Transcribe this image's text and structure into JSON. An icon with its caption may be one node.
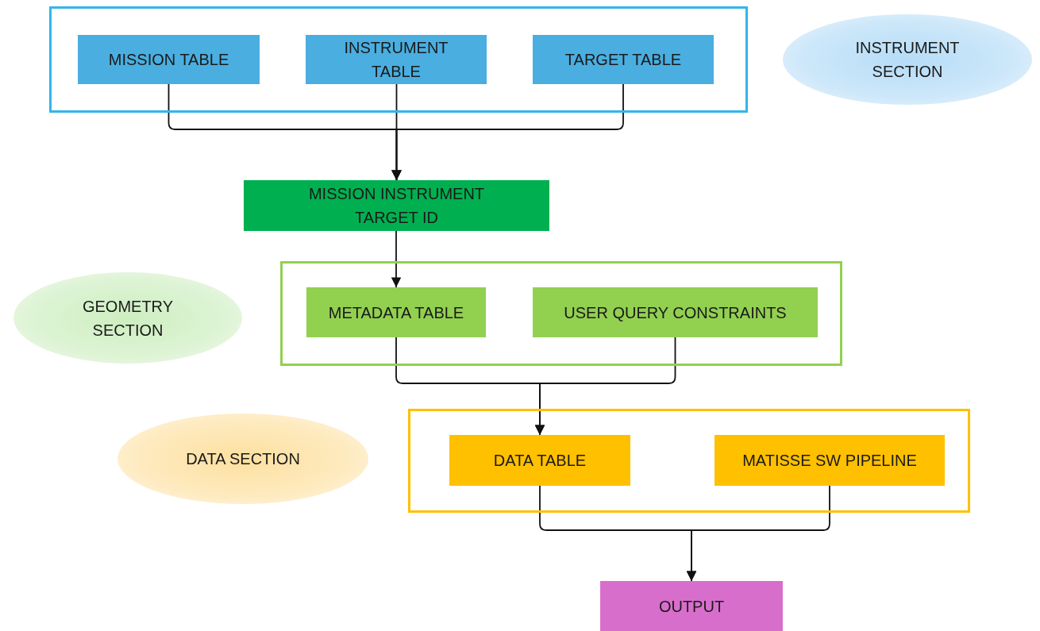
{
  "diagram": {
    "nodes": [
      {
        "text": [],
        "shape": "box"
      },
      {
        "text": [
          "MISSION TABLE"
        ],
        "in": 0
      },
      {
        "text": [
          "INSTRUMENT TABLE"
        ],
        "in": 0
      },
      {
        "text": [
          "TARGET TABLE"
        ],
        "in": 0
      },
      {
        "text": [
          "INSTRUMENT SECTION"
        ]
      },
      {
        "text": [
          "MISSION INSTRUMENT TARGET ID"
        ]
      },
      {
        "text": [
          "GEOMETRY SECTION"
        ]
      },
      {
        "text": [],
        "shape": "box"
      },
      {
        "text": [
          "METADATA TABLE"
        ],
        "in": 7
      },
      {
        "text": [
          "USER QUERY CONSTRAINTS"
        ],
        "in": 7
      },
      {
        "text": [
          "DATA SECTION"
        ]
      },
      {
        "text": [],
        "shape": "box"
      },
      {
        "text": [
          "DATA TABLE"
        ],
        "in": 11
      },
      {
        "text": [
          "MATISSE SW PIPELINE"
        ],
        "in": 11
      },
      {
        "text": [
          "OUTPUT"
        ]
      }
    ],
    "edges": [
      {
        "from": 1,
        "to": 5,
        "arrow": "to"
      },
      {
        "from": 2,
        "to": 5,
        "arrow": "to"
      },
      {
        "from": 3,
        "to": 5,
        "arrow": "to"
      },
      {
        "from": 5,
        "to": 8,
        "arrow": "to"
      },
      {
        "from": 8,
        "to": 12,
        "arrow": "to"
      },
      {
        "from": 9,
        "to": 12,
        "arrow": "to"
      },
      {
        "from": 12,
        "to": 14,
        "arrow": "to"
      },
      {
        "from": 13,
        "to": 14,
        "arrow": "to"
      }
    ]
  }
}
